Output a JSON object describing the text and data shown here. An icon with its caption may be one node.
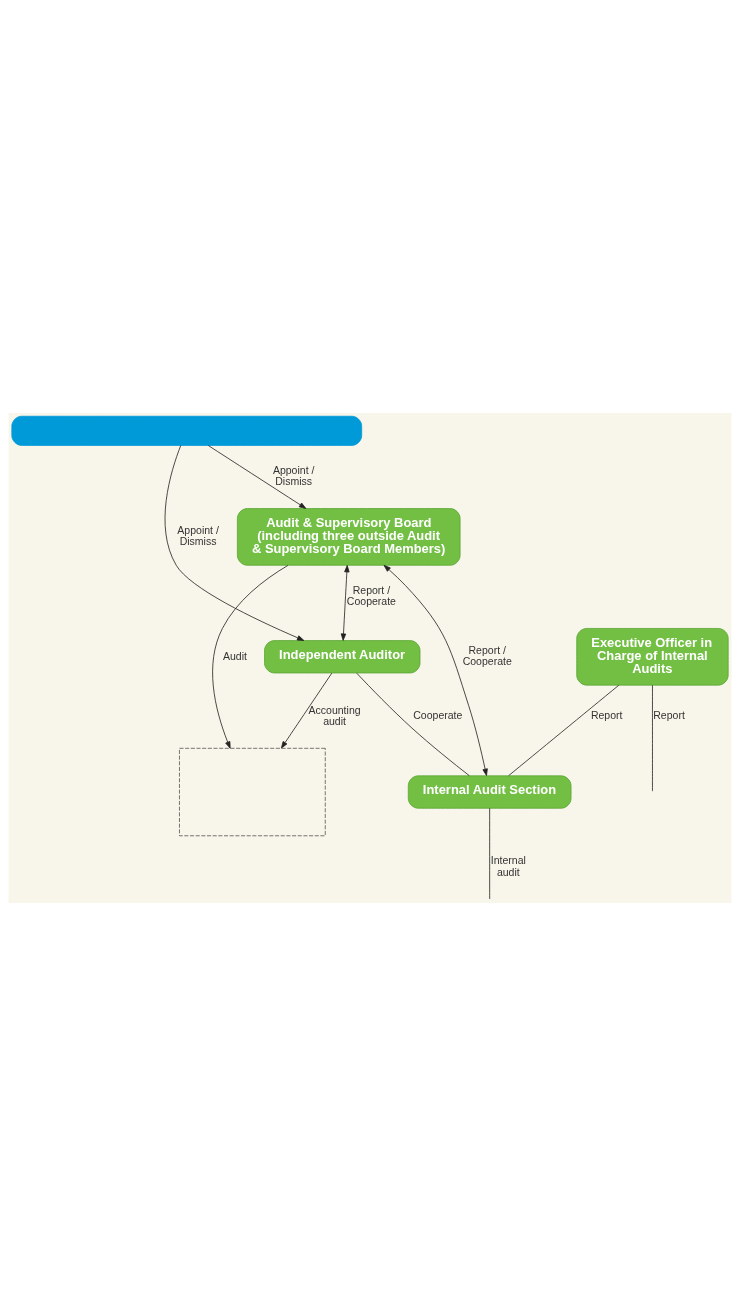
{
  "diagram": {
    "nodes": [
      {
        "text": [],
        "shape": "bar"
      },
      {
        "text": [],
        "shape": "box"
      },
      {
        "text": [
          "Audit & Supervisory Board (including three outside Audit & Supervisory Board Members)"
        ]
      },
      {
        "text": [
          "Independent Auditor"
        ]
      },
      {
        "text": [
          "Executive Officer in Charge of Internal Audits"
        ]
      },
      {
        "text": [
          "Internal Audit Section"
        ]
      }
    ],
    "edges": [
      {
        "from": 0,
        "to": 2,
        "arrow": "to",
        "label": "Appoint / Dismiss"
      },
      {
        "from": 0,
        "to": 3,
        "arrow": "to",
        "label": "Appoint / Dismiss"
      },
      {
        "from": 2,
        "to": 1,
        "arrow": "to",
        "label": "Audit"
      },
      {
        "from": 2,
        "to": 5,
        "arrow": "both",
        "label": "Report / Cooperate"
      },
      {
        "from": 2,
        "to": 3,
        "arrow": "both",
        "label": "Report / Cooperate"
      },
      {
        "from": 3,
        "to": 1,
        "arrow": "to",
        "label": "Accounting audit"
      },
      {
        "from": 4,
        "to": null,
        "arrow": "none",
        "label": "Report"
      },
      {
        "from": 4,
        "to": 5,
        "arrow": "none",
        "label": "Report"
      },
      {
        "from": 3,
        "to": 5,
        "arrow": "none",
        "label": "Cooperate"
      },
      {
        "from": 5,
        "to": null,
        "arrow": "none",
        "label": "Internal audit"
      }
    ]
  }
}
